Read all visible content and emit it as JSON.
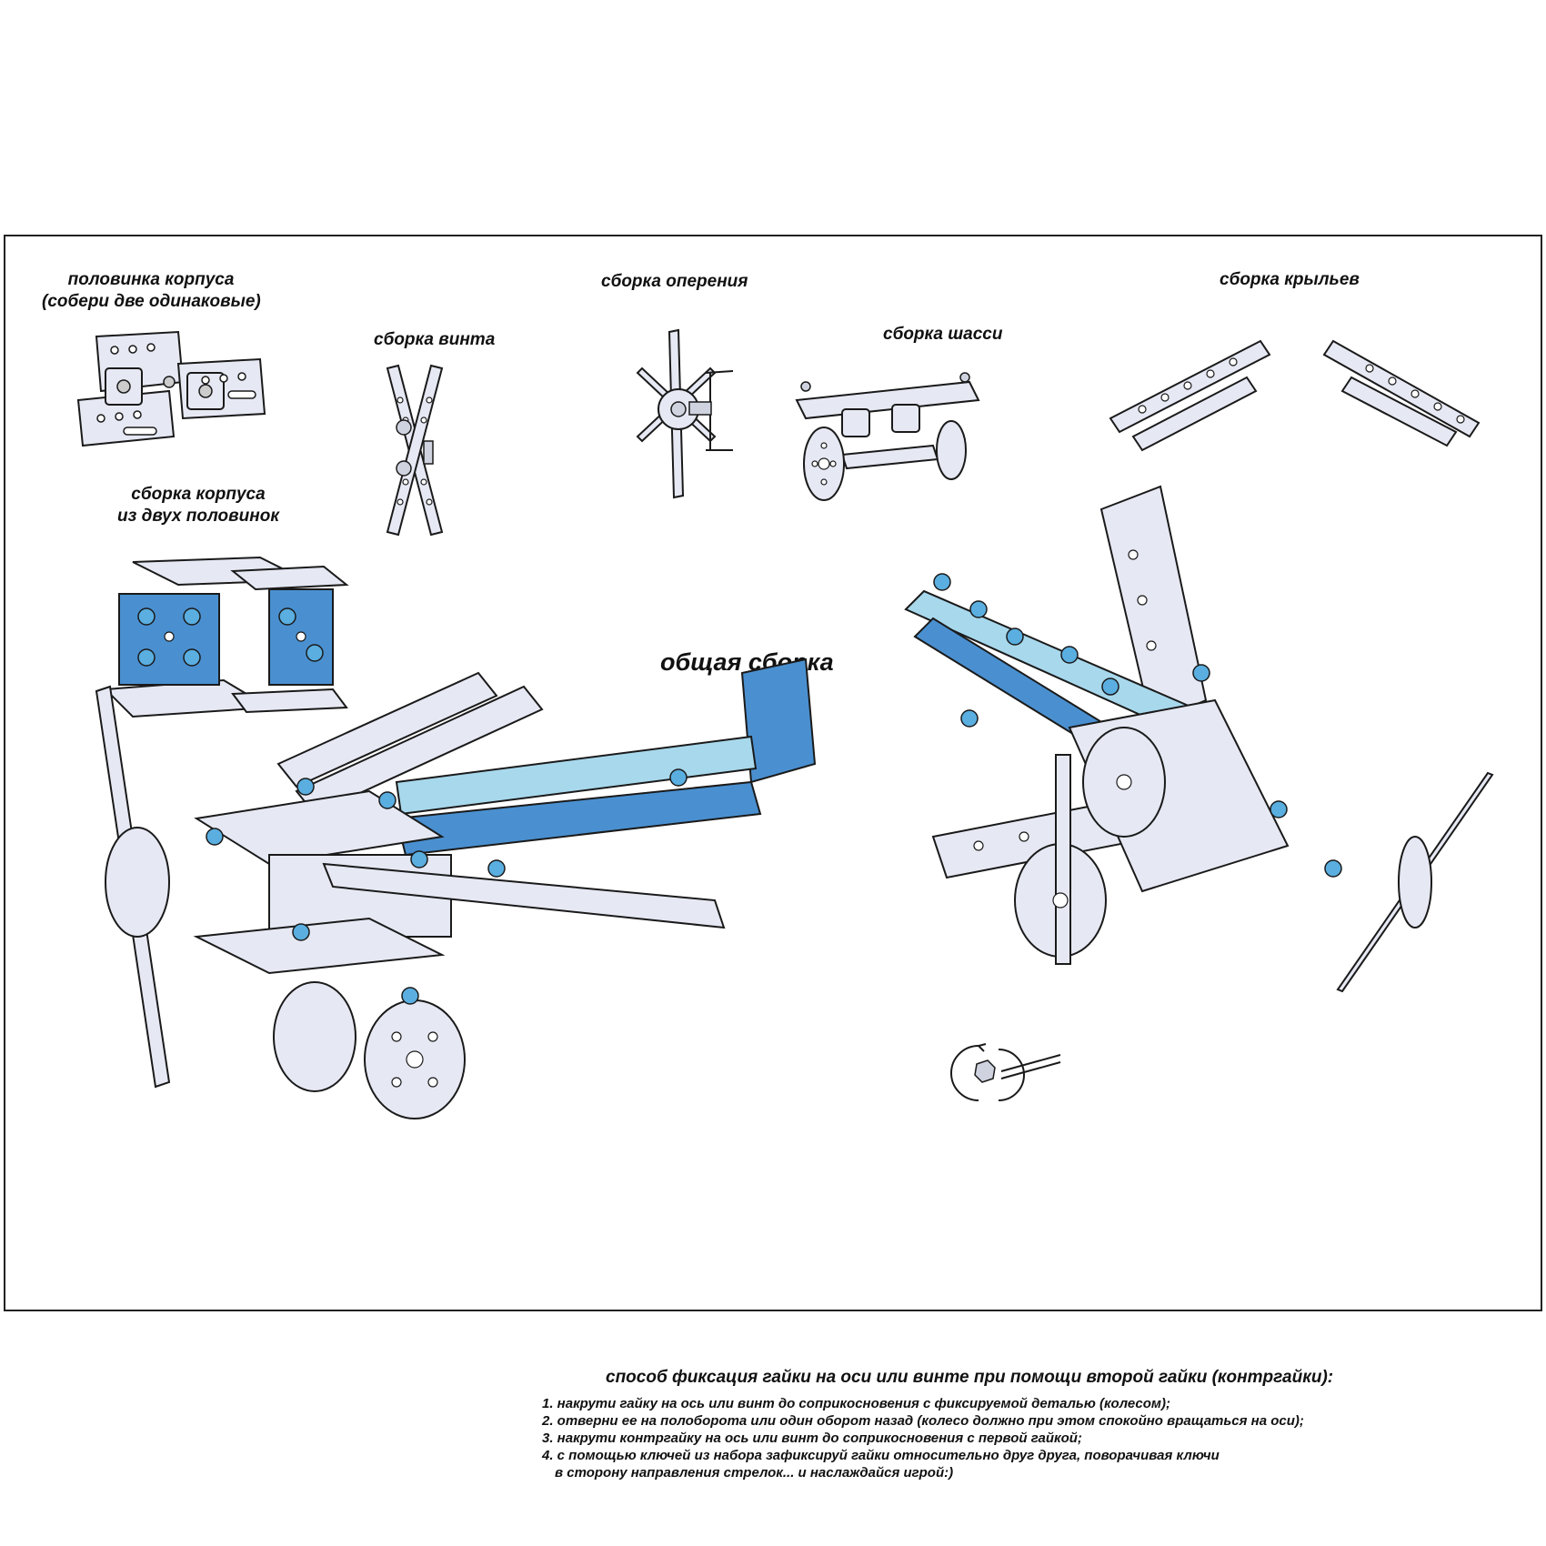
{
  "labels": {
    "half_body": [
      "половинка корпуса",
      "(собери две одинаковые)"
    ],
    "propeller": "сборка винта",
    "tail": "сборка оперения",
    "chassis": "сборка шасси",
    "wings": "сборка крыльев",
    "body_assembly": [
      "сборка корпуса",
      "из двух половинок"
    ],
    "general_assembly": "общая сборка"
  },
  "instructions": {
    "title": "способ фиксация гайки на оси или винте при помощи второй гайки (контргайки):",
    "steps": [
      "1. накрути гайку на ось или винт до соприкосновения с фиксируемой деталью (колесом);",
      "2. отверни ее на полоборота или один оборот назад (колесо должно при этом спокойно вращаться на оси);",
      "3. накрути контргайку на ось или винт до соприкосновения с первой гайкой;",
      "4. с помощью ключей из набора зафиксируй гайки относительно друг друга, поворачивая ключи",
      "    в сторону направления стрелок... и наслаждайся игрой:)"
    ]
  },
  "colors": {
    "metal": "#e6e9f4",
    "blue_part": "#4a90d0",
    "light_blue": "#a8d8ec",
    "screw_blue": "#5aaee0",
    "outline": "#1a1a1a"
  }
}
